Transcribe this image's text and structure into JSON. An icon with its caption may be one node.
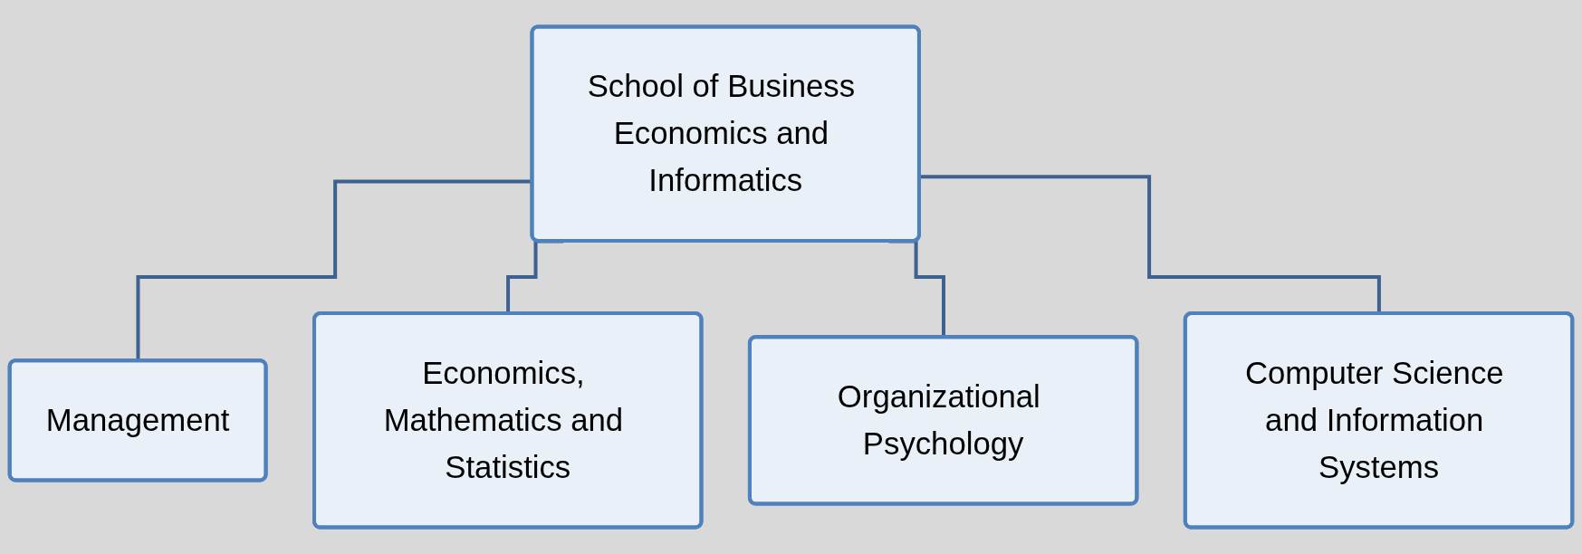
{
  "diagram": {
    "nodes": [
      {
        "text": [
          "School of Business Economics and Informatics"
        ]
      },
      {
        "text": [
          "Management"
        ]
      },
      {
        "text": [
          "Economics, Mathematics and Statistics"
        ]
      },
      {
        "text": [
          "Organizational Psychology"
        ]
      },
      {
        "text": [
          "Computer Science and Information Systems"
        ]
      }
    ],
    "edges": [
      {
        "from": 0,
        "to": 1,
        "arrow": "none"
      },
      {
        "from": 0,
        "to": 2,
        "arrow": "none"
      },
      {
        "from": 0,
        "to": 3,
        "arrow": "none"
      },
      {
        "from": 0,
        "to": 4,
        "arrow": "none"
      }
    ]
  }
}
